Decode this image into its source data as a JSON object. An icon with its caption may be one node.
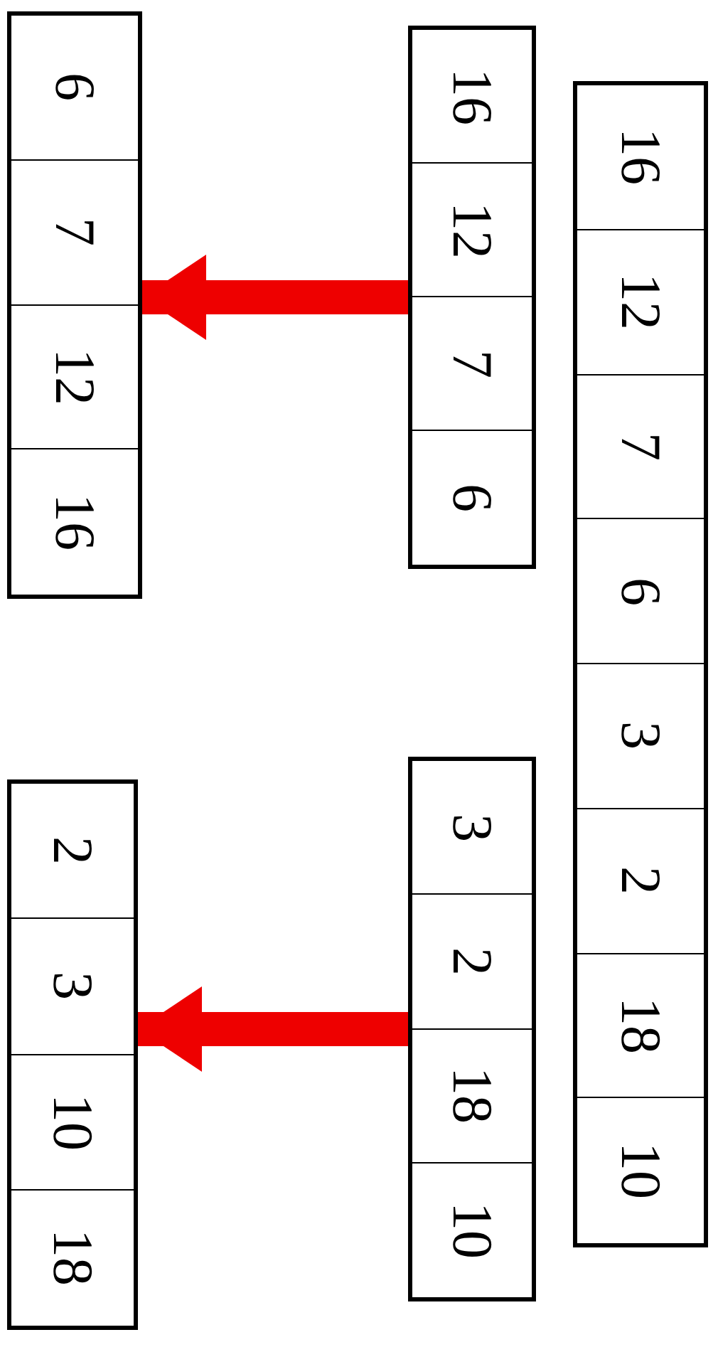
{
  "diagram": {
    "nodes": [
      {
        "text": [],
        "shape": "box"
      },
      {
        "text": [
          "16"
        ],
        "in": 0
      },
      {
        "text": [
          "12"
        ],
        "in": 0
      },
      {
        "text": [
          "7"
        ],
        "in": 0
      },
      {
        "text": [
          "6"
        ],
        "in": 0
      },
      {
        "text": [
          "3"
        ],
        "in": 0
      },
      {
        "text": [
          "2"
        ],
        "in": 0
      },
      {
        "text": [
          "18"
        ],
        "in": 0
      },
      {
        "text": [
          "10"
        ],
        "in": 0
      },
      {
        "text": [],
        "shape": "box"
      },
      {
        "text": [
          "16"
        ],
        "in": 9
      },
      {
        "text": [
          "12"
        ],
        "in": 9
      },
      {
        "text": [
          "7"
        ],
        "in": 9
      },
      {
        "text": [
          "6"
        ],
        "in": 9
      },
      {
        "text": [],
        "shape": "box"
      },
      {
        "text": [
          "3"
        ],
        "in": 14
      },
      {
        "text": [
          "2"
        ],
        "in": 14
      },
      {
        "text": [
          "18"
        ],
        "in": 14
      },
      {
        "text": [
          "10"
        ],
        "in": 14
      },
      {
        "text": [],
        "shape": "box"
      },
      {
        "text": [
          "6"
        ],
        "in": 19
      },
      {
        "text": [
          "7"
        ],
        "in": 19
      },
      {
        "text": [
          "12"
        ],
        "in": 19
      },
      {
        "text": [
          "16"
        ],
        "in": 19
      },
      {
        "text": [],
        "shape": "box"
      },
      {
        "text": [
          "2"
        ],
        "in": 24
      },
      {
        "text": [
          "3"
        ],
        "in": 24
      },
      {
        "text": [
          "10"
        ],
        "in": 24
      },
      {
        "text": [
          "18"
        ],
        "in": 24
      }
    ],
    "edges": [
      {
        "from": 9,
        "to": 19,
        "arrow": "to"
      },
      {
        "from": 14,
        "to": 24,
        "arrow": "to"
      }
    ]
  }
}
